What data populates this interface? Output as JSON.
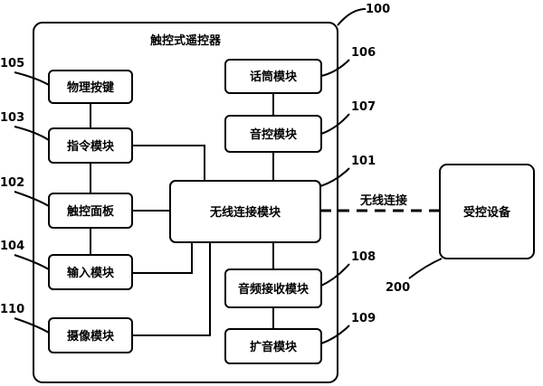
{
  "diagram": {
    "title": "触控式遥控器",
    "container_ref": "100",
    "controlled_ref": "200",
    "connection_label": "无线连接",
    "modules": {
      "physical_keys": {
        "label": "物理按键",
        "ref": "105"
      },
      "command": {
        "label": "指令模块",
        "ref": "103"
      },
      "touch_panel": {
        "label": "触控面板",
        "ref": "102"
      },
      "input": {
        "label": "输入模块",
        "ref": "104"
      },
      "camera": {
        "label": "摄像模块",
        "ref": "110"
      },
      "microphone": {
        "label": "话筒模块",
        "ref": "106"
      },
      "volume_control": {
        "label": "音控模块",
        "ref": "107"
      },
      "wireless": {
        "label": "无线连接模块",
        "ref": "101"
      },
      "audio_receive": {
        "label": "音频接收模块",
        "ref": "108"
      },
      "speaker": {
        "label": "扩音模块",
        "ref": "109"
      },
      "controlled_device": {
        "label": "受控设备"
      }
    }
  }
}
